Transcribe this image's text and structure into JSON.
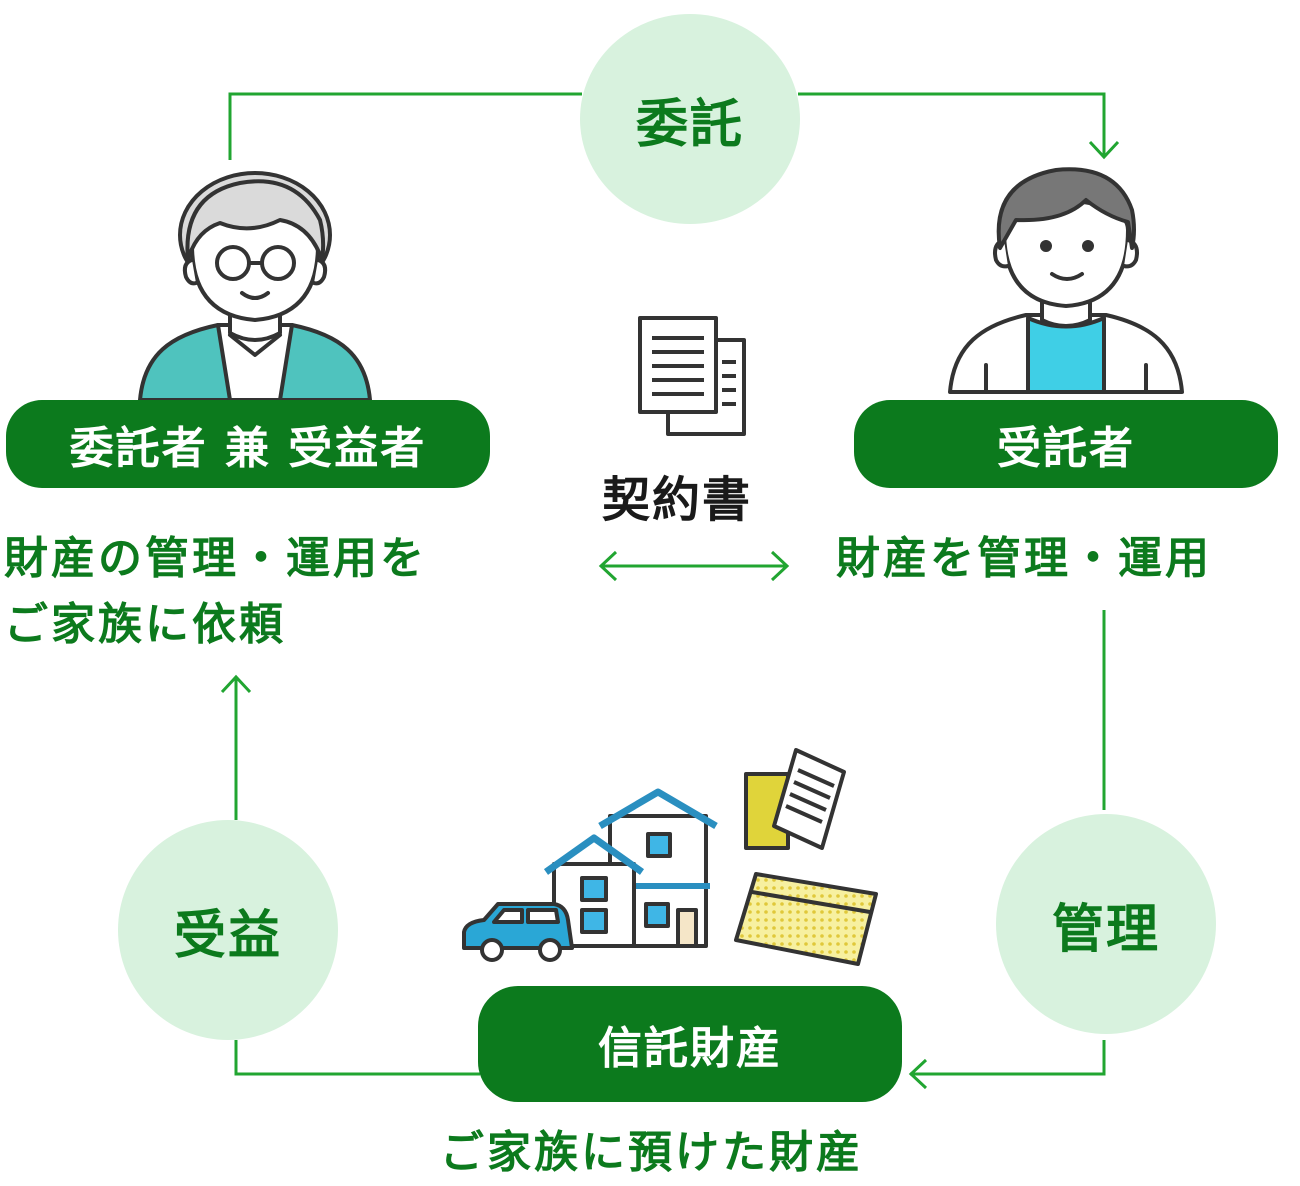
{
  "circles": {
    "entrust": "委託",
    "manage": "管理",
    "benefit": "受益"
  },
  "pills": {
    "settlor": "委託者 兼 受益者",
    "trustee": "受託者",
    "trust_property": "信託財産"
  },
  "captions": {
    "settlor_line1": "財産の管理・運用を",
    "settlor_line2": "ご家族に依頼",
    "trustee": "財産を管理・運用",
    "trust_property": "ご家族に預けた財産"
  },
  "contract": {
    "label": "契約書"
  },
  "icons": [
    "elderly-person-icon",
    "young-man-icon",
    "contract-document-icon",
    "double-arrow-icon",
    "house-icon",
    "car-icon",
    "envelope-icon",
    "bankbook-icon"
  ],
  "colors": {
    "primary_green": "#0c7a1d",
    "line_green": "#21a531",
    "circle_fill": "#d8f2de",
    "teal": "#4fc3be",
    "cyan": "#3fcfe6",
    "blue_car": "#2aa7d6",
    "yellow": "#e0d43a"
  }
}
